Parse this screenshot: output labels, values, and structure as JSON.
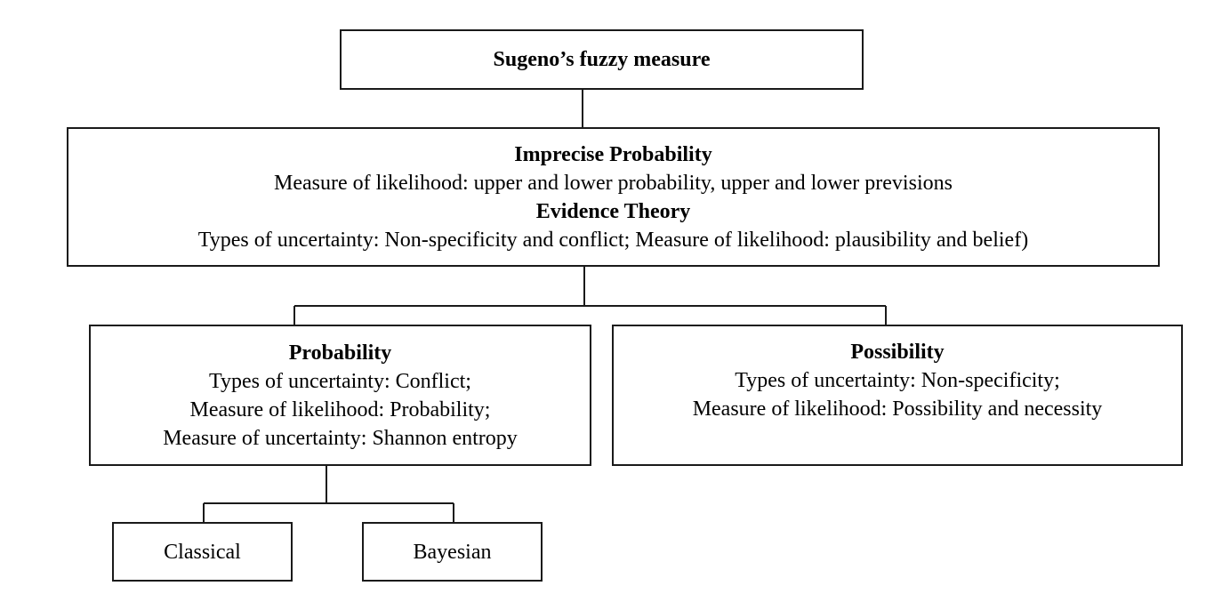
{
  "nodes": {
    "sugeno": {
      "title": "Sugeno’s fuzzy measure"
    },
    "imprecise": {
      "title": "Imprecise Probability",
      "line1": "Measure of likelihood: upper and lower probability, upper and lower previsions",
      "title2": "Evidence Theory",
      "line2": "Types of uncertainty: Non-specificity and conflict; Measure of likelihood: plausibility and belief)"
    },
    "probability": {
      "title": "Probability",
      "line1": "Types of uncertainty: Conflict;",
      "line2": "Measure of likelihood: Probability;",
      "line3": "Measure of uncertainty: Shannon entropy"
    },
    "possibility": {
      "title": "Possibility",
      "line1": "Types of uncertainty: Non-specificity;",
      "line2": "Measure of likelihood: Possibility and necessity"
    },
    "classical": {
      "title": "Classical"
    },
    "bayesian": {
      "title": "Bayesian"
    }
  }
}
